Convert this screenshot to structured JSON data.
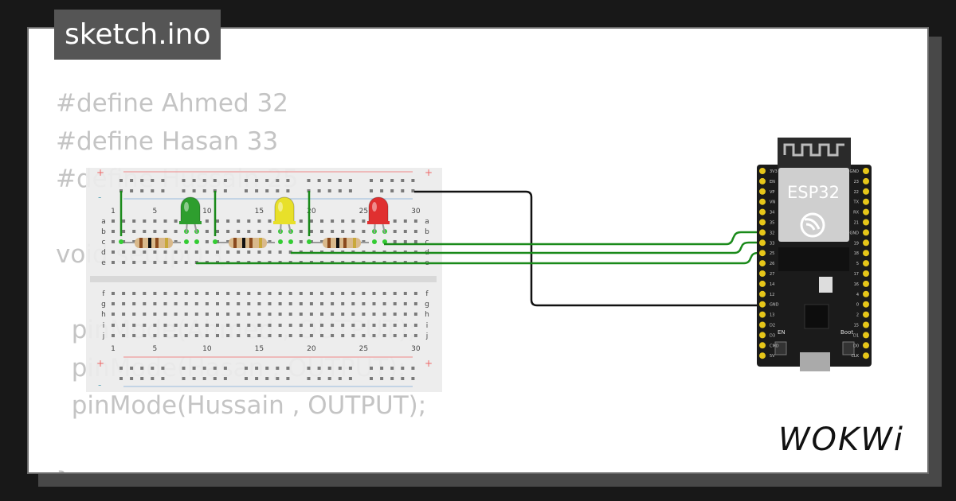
{
  "file_tab": {
    "label": "sketch.ino"
  },
  "code_lines": [
    "#define Ahmed 32",
    "#define Hasan 33",
    "#define Hussain 25",
    "",
    "void setup() {",
    "",
    "  pinMode(Ahmed , OUTPUT);",
    "  pinMode(Hasan , OUTPUT);",
    "  pinMode(Hussain , OUTPUT);",
    "",
    "}"
  ],
  "breadboard": {
    "column_numbers": [
      "1",
      "5",
      "10",
      "15",
      "20",
      "25",
      "30"
    ],
    "top_rows": [
      "a",
      "b",
      "c",
      "d",
      "e"
    ],
    "bottom_rows": [
      "f",
      "g",
      "h",
      "i",
      "j"
    ],
    "rail_plus": "+",
    "rail_minus": "-"
  },
  "leds": [
    {
      "color_name": "green",
      "color": "#2e9e2e"
    },
    {
      "color_name": "yellow",
      "color": "#e8e02a"
    },
    {
      "color_name": "red",
      "color": "#e03030"
    }
  ],
  "esp32": {
    "label": "ESP32",
    "en_label": "EN",
    "boot_label": "Boot",
    "left_pins": [
      "3V3",
      "EN",
      "VP",
      "VN",
      "34",
      "35",
      "32",
      "33",
      "25",
      "26",
      "27",
      "14",
      "12",
      "GND",
      "13",
      "D2",
      "D3",
      "CMD",
      "5V"
    ],
    "right_pins": [
      "GND",
      "23",
      "22",
      "TX",
      "RX",
      "21",
      "GND",
      "19",
      "18",
      "5",
      "17",
      "16",
      "4",
      "0",
      "2",
      "15",
      "D1",
      "D0",
      "CLK"
    ]
  },
  "colors": {
    "wire_signal": "#1a8a1a",
    "wire_ground": "#111111",
    "board": "#1b1b1b",
    "pin_header": "#e6c619"
  },
  "brand": {
    "name": "WOKWi"
  }
}
